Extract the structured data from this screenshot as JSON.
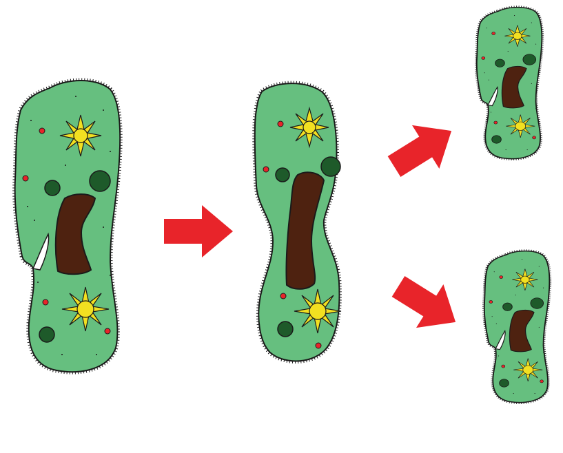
{
  "diagram": {
    "subject": "paramecium-binary-fission",
    "stages": [
      {
        "name": "parent-cell",
        "step": 1
      },
      {
        "name": "dividing-cell",
        "step": 2
      },
      {
        "name": "daughter-cell-top",
        "step": 3
      },
      {
        "name": "daughter-cell-bottom",
        "step": 3
      }
    ],
    "arrows": 3
  },
  "colors": {
    "cytoplasm": "#66bf7f",
    "outline": "#1a1a1a",
    "macronucleus": "#4e2210",
    "vacuole": "#1e5a2a",
    "contractile_vacuole": "#f2e021",
    "red_granule": "#e8242a",
    "arrow": "#e8242a",
    "background": "#ffffff"
  }
}
